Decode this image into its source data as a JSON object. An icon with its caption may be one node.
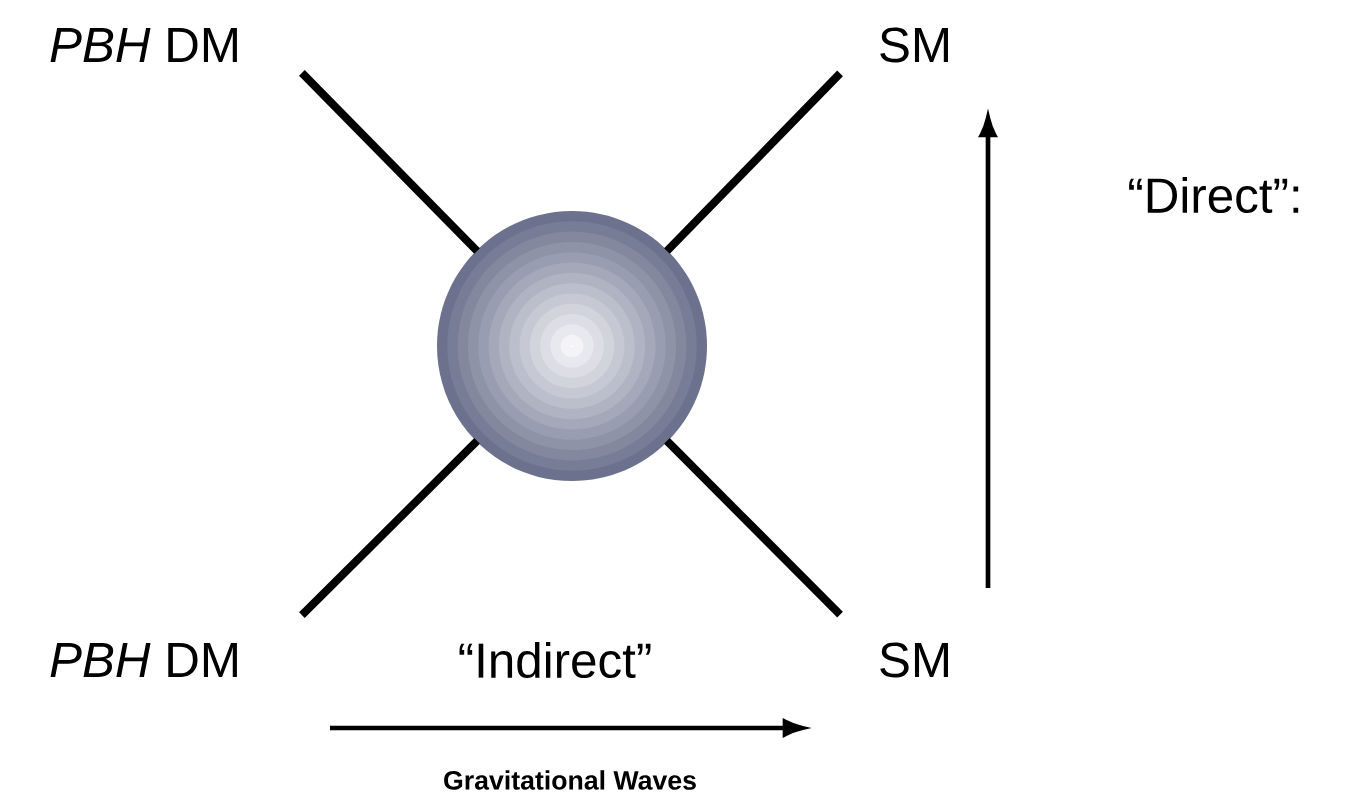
{
  "diagram": {
    "nodes": [
      {
        "text": [
          "*PBH* DM"
        ]
      },
      {
        "text": [
          "SM"
        ]
      },
      {
        "text": [
          "*PBH* DM"
        ]
      },
      {
        "text": [
          "SM"
        ]
      },
      {
        "text": [],
        "shape": "circle"
      }
    ],
    "edges": [
      {
        "from": 0,
        "to": 4,
        "arrow": "none"
      },
      {
        "from": 4,
        "to": 1,
        "arrow": "none"
      },
      {
        "from": 2,
        "to": 4,
        "arrow": "none"
      },
      {
        "from": 4,
        "to": 3,
        "arrow": "none"
      }
    ],
    "labels": [
      "“Direct”:",
      "“Indirect”",
      "Gravitational Waves"
    ]
  }
}
